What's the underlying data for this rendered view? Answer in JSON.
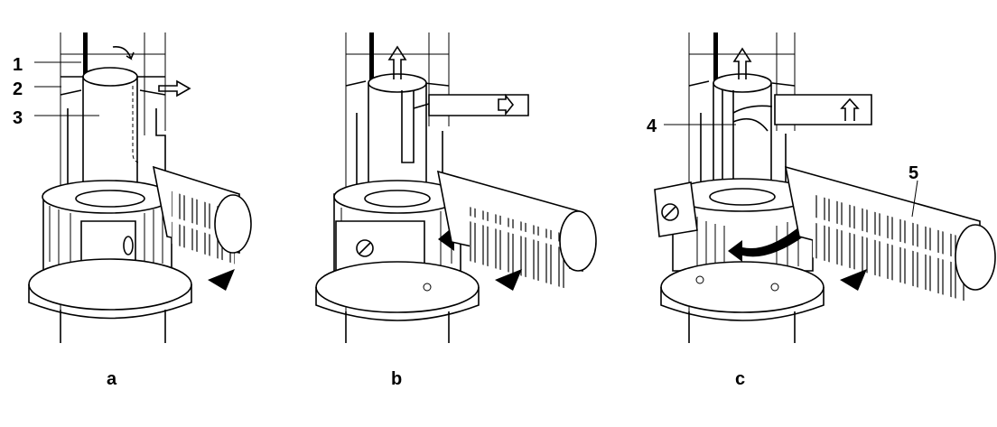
{
  "callouts": {
    "one": "1",
    "two": "2",
    "three": "3",
    "four": "4",
    "five": "5"
  },
  "panels": {
    "a": "a",
    "b": "b",
    "c": "c"
  },
  "colors": {
    "ink": "#000000",
    "paper": "#ffffff"
  }
}
